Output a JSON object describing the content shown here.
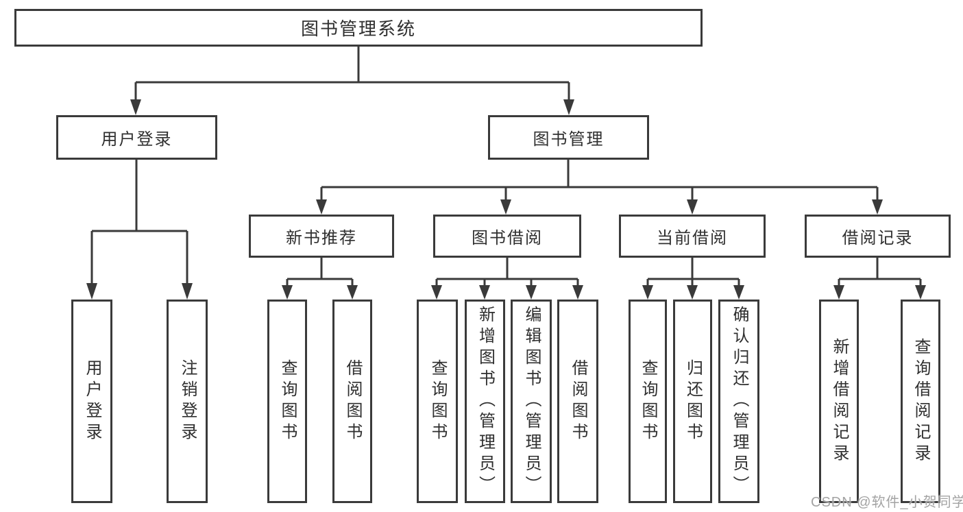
{
  "colors": {
    "line": "#3a3a3a",
    "text": "#2f2f2f",
    "watermark": "#9e9e9e",
    "background": "#ffffff"
  },
  "tree": {
    "label": "图书管理系统",
    "children": [
      {
        "label": "用户登录",
        "children": [
          {
            "label": "用户登录"
          },
          {
            "label": "注销登录"
          }
        ]
      },
      {
        "label": "图书管理",
        "children": [
          {
            "label": "新书推荐",
            "children": [
              {
                "label": "查询图书"
              },
              {
                "label": "借阅图书"
              }
            ]
          },
          {
            "label": "图书借阅",
            "children": [
              {
                "label": "查询图书"
              },
              {
                "label": "新增图书（管理员）"
              },
              {
                "label": "编辑图书（管理员）"
              },
              {
                "label": "借阅图书"
              }
            ]
          },
          {
            "label": "当前借阅",
            "children": [
              {
                "label": "查询图书"
              },
              {
                "label": "归还图书"
              },
              {
                "label": "确认归还（管理员）"
              }
            ]
          },
          {
            "label": "借阅记录",
            "children": [
              {
                "label": "新增借阅记录"
              },
              {
                "label": "查询借阅记录"
              }
            ]
          }
        ]
      }
    ]
  },
  "watermark": "CSDN @软件_小贺同学"
}
